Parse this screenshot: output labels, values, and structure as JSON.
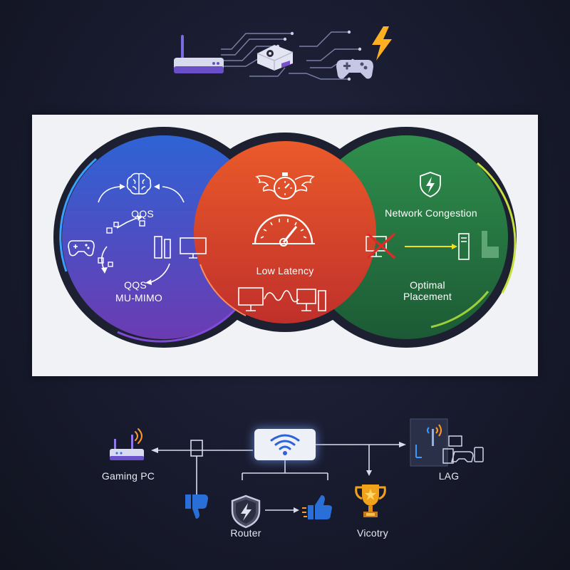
{
  "circles": {
    "left": {
      "top_label": "QQS",
      "bottom_label_1": "QQS",
      "bottom_label_2": "MU-MIMO",
      "color_top": "#2f5fd0",
      "color_bottom": "#6a3bb0"
    },
    "middle": {
      "label": "Low Latency",
      "color_top": "#e8562a",
      "color_bottom": "#c0332a"
    },
    "right": {
      "top_label": "Network Congestion",
      "bottom_label_1": "Optimal",
      "bottom_label_2": "Placement",
      "color_top": "#2f8a4a",
      "color_bottom": "#1d5d36"
    }
  },
  "bottom": {
    "gaming_pc": "Gaming PC",
    "lag": "LAG",
    "router": "Router",
    "victory": "Vicotry"
  },
  "icons": {
    "top_router": "router-icon",
    "top_console": "console-icon",
    "top_gamepad": "gamepad-icon",
    "top_bolt": "lightning-icon",
    "wifi": "wifi-icon",
    "trophy": "trophy-icon",
    "shield": "shield-icon",
    "thumbs_down": "thumbs-down-icon",
    "thumbs_up": "thumbs-up-icon"
  }
}
